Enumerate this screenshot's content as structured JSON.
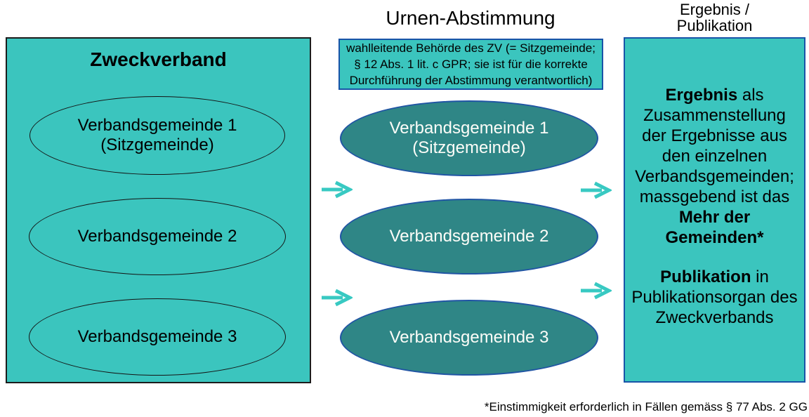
{
  "colors": {
    "teal_fill": "#3BC5BE",
    "dark_ellipse_fill": "#2F8686",
    "ellipse_border_blue": "#2155A4",
    "box_border_blue": "#1854A8",
    "panel_border_dark": "#1C1C1C",
    "arrow_teal": "#38C9C2",
    "ellipse_text_white": "#FDFDF8",
    "text_black": "#000000"
  },
  "left_panel": {
    "title": "Zweckverband",
    "ellipses": [
      {
        "line1": "Verbandsgemeinde 1",
        "line2": "(Sitzgemeinde)"
      },
      {
        "line1": "Verbandsgemeinde 2",
        "line2": ""
      },
      {
        "line1": "Verbandsgemeinde 3",
        "line2": ""
      }
    ]
  },
  "middle_column": {
    "header": "Urnen-Abstimmung",
    "authority_box_lines": [
      "wahlleitende Behörde des ZV (= Sitzgemeinde;",
      "§ 12 Abs. 1 lit. c GPR; sie ist für die korrekte",
      "Durchführung der Abstimmung verantwortlich)"
    ],
    "ellipses": [
      {
        "line1": "Verbandsgemeinde 1",
        "line2": "(Sitzgemeinde)"
      },
      {
        "line1": "Verbandsgemeinde 2",
        "line2": ""
      },
      {
        "line1": "Verbandsgemeinde 3",
        "line2": ""
      }
    ]
  },
  "right_panel": {
    "header_line1": "Ergebnis /",
    "header_line2": "Publikation",
    "result_bold_lead": "Ergebnis",
    "result_text": " als Zusammenstellung der Ergebnisse aus den einzelnen Verbandsgemeinden; massgebend ist das ",
    "result_bold_tail": "Mehr der Gemeinden*",
    "publication_bold_lead": "Publikation",
    "publication_text": " in Publikationsorgan des Zweckverbands"
  },
  "footnote": "*Einstimmigkeit erforderlich in Fällen gemäss § 77 Abs. 2 GG"
}
